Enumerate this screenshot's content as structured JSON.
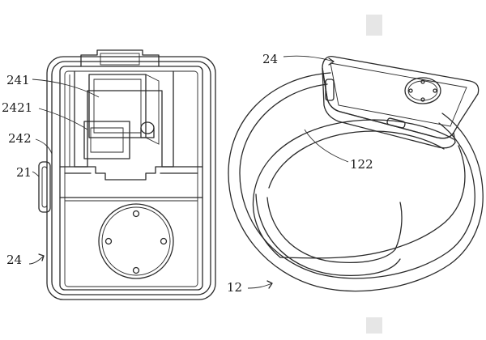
{
  "labels": {
    "ref_241": "241",
    "ref_2421": "2421",
    "ref_242": "242",
    "ref_21": "21",
    "ref_24_left": "24",
    "ref_24_right": "24",
    "ref_122": "122",
    "ref_12": "12"
  },
  "colors": {
    "line": "#2a2a2a",
    "background": "#ffffff",
    "scan_artifact": "#e6e6e6"
  }
}
